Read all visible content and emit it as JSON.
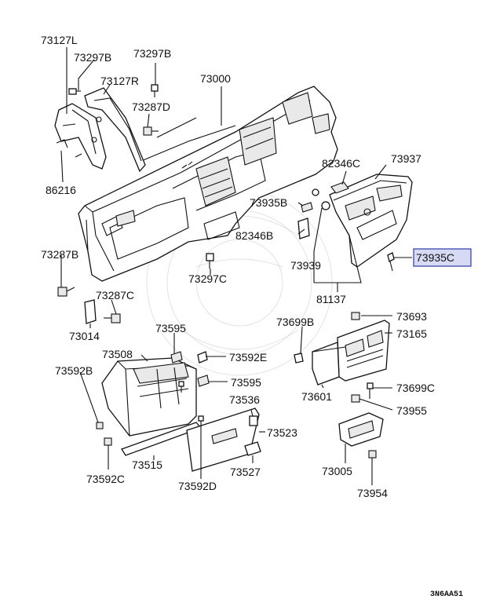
{
  "diagram": {
    "highlighted_part": "73935C",
    "diagram_code": "3N6AA51",
    "labels": {
      "p73127L": "73127L",
      "p73297B_a": "73297B",
      "p73297B_b": "73297B",
      "p73127R": "73127R",
      "p73000": "73000",
      "p73287D": "73287D",
      "p86216": "86216",
      "p82346C": "82346C",
      "p73937": "73937",
      "p73935B": "73935B",
      "p82346B": "82346B",
      "p73935C": "73935C",
      "p73287B": "73287B",
      "p73297C": "73297C",
      "p73939": "73939",
      "p81137": "81137",
      "p73287C": "73287C",
      "p73014": "73014",
      "p73699B": "73699B",
      "p73693": "73693",
      "p73595_a": "73595",
      "p73165": "73165",
      "p73508": "73508",
      "p73592E": "73592E",
      "p73592B": "73592B",
      "p73595_b": "73595",
      "p73601": "73601",
      "p73699C": "73699C",
      "p73536": "73536",
      "p73955": "73955",
      "p73523": "73523",
      "p73515": "73515",
      "p73592C": "73592C",
      "p73527": "73527",
      "p73005": "73005",
      "p73592D": "73592D",
      "p73954": "73954"
    }
  }
}
